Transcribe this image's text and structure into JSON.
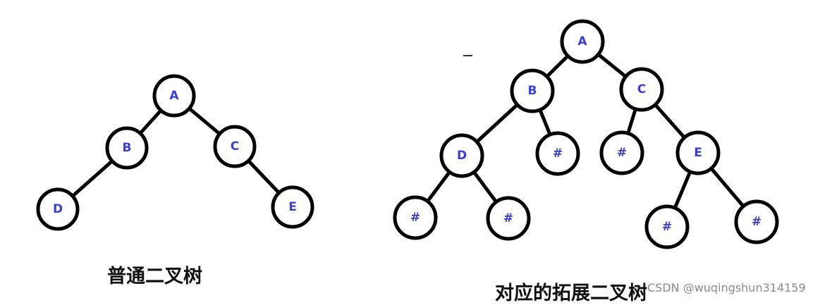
{
  "colors": {
    "node_label": "#3b3fd0",
    "stroke": "#000000",
    "caption": "#111111",
    "watermark": "#8a8a8a"
  },
  "trees": [
    {
      "id": "plain",
      "caption": "普通二叉树",
      "nodes": [
        {
          "id": "A",
          "label": "A",
          "parent": null,
          "side": null
        },
        {
          "id": "B",
          "label": "B",
          "parent": "A",
          "side": "left"
        },
        {
          "id": "C",
          "label": "C",
          "parent": "A",
          "side": "right"
        },
        {
          "id": "D",
          "label": "D",
          "parent": "B",
          "side": "left"
        },
        {
          "id": "E",
          "label": "E",
          "parent": "C",
          "side": "right"
        }
      ]
    },
    {
      "id": "extended",
      "caption": "对应的拓展二叉树",
      "nodes": [
        {
          "id": "A",
          "label": "A",
          "parent": null,
          "side": null
        },
        {
          "id": "B",
          "label": "B",
          "parent": "A",
          "side": "left"
        },
        {
          "id": "C",
          "label": "C",
          "parent": "A",
          "side": "right"
        },
        {
          "id": "D",
          "label": "D",
          "parent": "B",
          "side": "left"
        },
        {
          "id": "B#",
          "label": "#",
          "parent": "B",
          "side": "right"
        },
        {
          "id": "C#",
          "label": "#",
          "parent": "C",
          "side": "left"
        },
        {
          "id": "E",
          "label": "E",
          "parent": "C",
          "side": "right"
        },
        {
          "id": "D#L",
          "label": "#",
          "parent": "D",
          "side": "left"
        },
        {
          "id": "D#R",
          "label": "#",
          "parent": "D",
          "side": "right"
        },
        {
          "id": "E#L",
          "label": "#",
          "parent": "E",
          "side": "left"
        },
        {
          "id": "E#R",
          "label": "#",
          "parent": "E",
          "side": "right"
        }
      ]
    }
  ],
  "watermark": "CSDN @wuqingshun314159"
}
